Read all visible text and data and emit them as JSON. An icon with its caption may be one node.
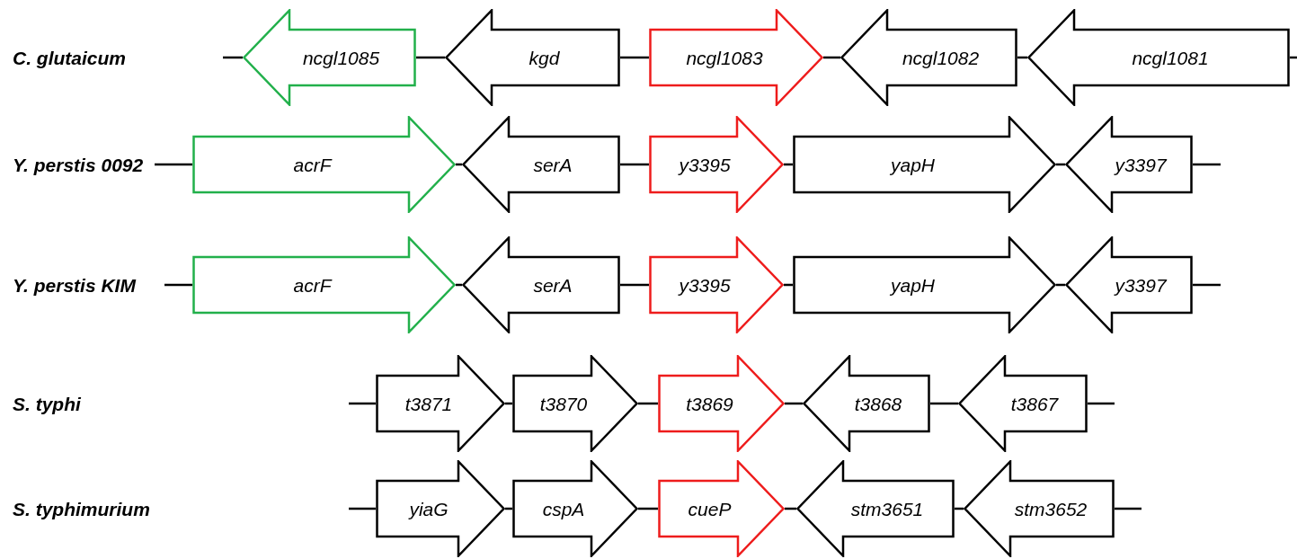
{
  "diagram": {
    "nodes": [
      {
        "text": [
          "ncgl1085"
        ]
      },
      {
        "text": [
          "kgd"
        ]
      },
      {
        "text": [
          "ncgl1083"
        ]
      },
      {
        "text": [
          "ncgl1082"
        ]
      },
      {
        "text": [
          "ncgl1081"
        ]
      },
      {
        "text": [
          "acrF"
        ]
      },
      {
        "text": [
          "serA"
        ]
      },
      {
        "text": [
          "y3395"
        ]
      },
      {
        "text": [
          "yapH"
        ]
      },
      {
        "text": [
          "y3397"
        ]
      },
      {
        "text": [
          "acrF"
        ]
      },
      {
        "text": [
          "serA"
        ]
      },
      {
        "text": [
          "y3395"
        ]
      },
      {
        "text": [
          "yapH"
        ]
      },
      {
        "text": [
          "y3397"
        ]
      },
      {
        "text": [
          "t3871"
        ]
      },
      {
        "text": [
          "t3870"
        ]
      },
      {
        "text": [
          "t3869"
        ]
      },
      {
        "text": [
          "t3868"
        ]
      },
      {
        "text": [
          "t3867"
        ]
      },
      {
        "text": [
          "yiaG"
        ]
      },
      {
        "text": [
          "cspA"
        ]
      },
      {
        "text": [
          "cueP"
        ]
      },
      {
        "text": [
          "stm3651"
        ]
      },
      {
        "text": [
          "stm3652"
        ]
      }
    ],
    "edges": [
      {
        "from": null,
        "to": 0,
        "arrow": "none"
      },
      {
        "from": 0,
        "to": 1,
        "arrow": "none"
      },
      {
        "from": 1,
        "to": 2,
        "arrow": "none"
      },
      {
        "from": 2,
        "to": 3,
        "arrow": "none"
      },
      {
        "from": 3,
        "to": 4,
        "arrow": "none"
      },
      {
        "from": 4,
        "to": null,
        "arrow": "none"
      },
      {
        "from": null,
        "to": 5,
        "arrow": "none"
      },
      {
        "from": 5,
        "to": 6,
        "arrow": "none"
      },
      {
        "from": 6,
        "to": 7,
        "arrow": "none"
      },
      {
        "from": 7,
        "to": 8,
        "arrow": "none"
      },
      {
        "from": 8,
        "to": 9,
        "arrow": "none"
      },
      {
        "from": 9,
        "to": null,
        "arrow": "none"
      },
      {
        "from": null,
        "to": 10,
        "arrow": "none"
      },
      {
        "from": 10,
        "to": 11,
        "arrow": "none"
      },
      {
        "from": 11,
        "to": 12,
        "arrow": "none"
      },
      {
        "from": 12,
        "to": 13,
        "arrow": "none"
      },
      {
        "from": 13,
        "to": 14,
        "arrow": "none"
      },
      {
        "from": 14,
        "to": null,
        "arrow": "none"
      },
      {
        "from": null,
        "to": 15,
        "arrow": "none"
      },
      {
        "from": 15,
        "to": 16,
        "arrow": "none"
      },
      {
        "from": 16,
        "to": 17,
        "arrow": "none"
      },
      {
        "from": 17,
        "to": 18,
        "arrow": "none"
      },
      {
        "from": 18,
        "to": 19,
        "arrow": "none"
      },
      {
        "from": 19,
        "to": null,
        "arrow": "none"
      },
      {
        "from": null,
        "to": 20,
        "arrow": "none"
      },
      {
        "from": 20,
        "to": 21,
        "arrow": "none"
      },
      {
        "from": 21,
        "to": 22,
        "arrow": "none"
      },
      {
        "from": 22,
        "to": 23,
        "arrow": "none"
      },
      {
        "from": 23,
        "to": 24,
        "arrow": "none"
      },
      {
        "from": 24,
        "to": null,
        "arrow": "none"
      }
    ],
    "labels": [
      "C. glutaicum",
      "Y. perstis 0092",
      "Y. perstis KIM",
      "S. typhi",
      "S. typhimurium"
    ]
  }
}
